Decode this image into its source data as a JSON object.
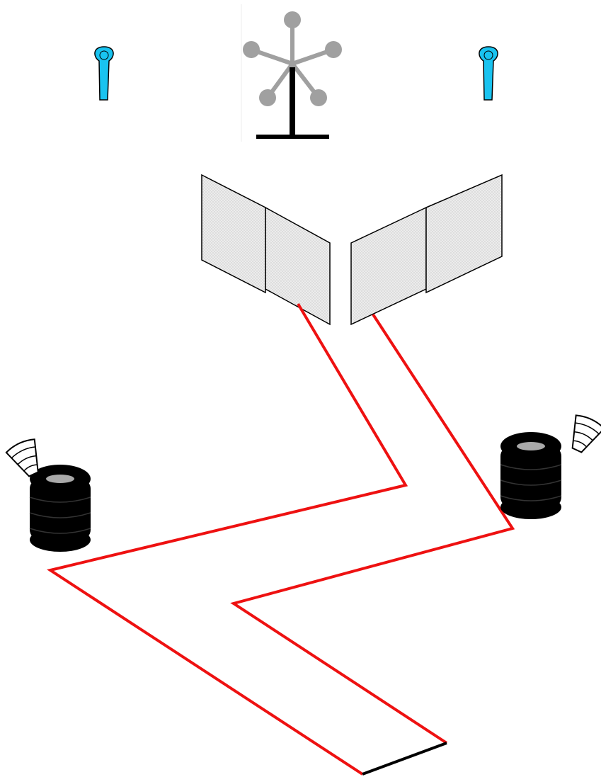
{
  "colors": {
    "background": "#ffffff",
    "lane_line": "#ee1111",
    "finish_line": "#000000",
    "marker_fill": "#19c3f0",
    "post_gray": "#a0a0a0",
    "post_stand": "#000000",
    "panel_fill": "#e3e3e3",
    "panel_stroke": "#000000",
    "tire_fill": "#000000",
    "tire_hole": "#a9a9a9",
    "cone_stroke": "#000000"
  },
  "icons": {
    "left_marker": "location-marker-icon",
    "right_marker": "location-marker-icon",
    "center_post": "branching-post-icon",
    "left_tires": "tire-stack-icon",
    "right_tires": "tire-stack-icon",
    "left_cone": "cone-icon",
    "right_cone": "cone-icon"
  },
  "course": {
    "panels": 4,
    "tire_stacks": 2,
    "cones": 2,
    "markers": 2
  }
}
